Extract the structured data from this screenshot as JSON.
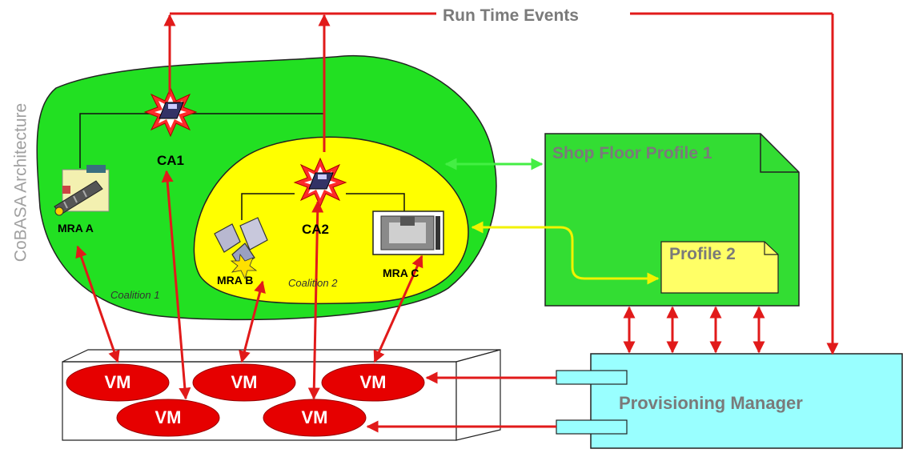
{
  "title": "Run Time Events",
  "side_label": "CoBASA Architecture",
  "coalitions": {
    "outer": "Coalition 1",
    "inner": "Coalition 2"
  },
  "agents": {
    "ca1": "CA1",
    "ca2": "CA2",
    "mra_a": "MRA A",
    "mra_b": "MRA B",
    "mra_c": "MRA C"
  },
  "profiles": {
    "shop_floor": "Shop Floor Profile 1",
    "profile2": "Profile 2"
  },
  "provisioning_manager": "Provisioning Manager",
  "vms": [
    "VM",
    "VM",
    "VM",
    "VM",
    "VM"
  ],
  "colors": {
    "arrow": "#e11a1a",
    "coalition1": "#22e022",
    "coalition2": "#ffff00",
    "profile_box": "#33dd33",
    "profile2_box": "#ffff66",
    "provisioning": "#99ffff",
    "vm": "#e60000",
    "green_arrow": "#44ee44",
    "yellow_arrow": "#f2f200"
  }
}
